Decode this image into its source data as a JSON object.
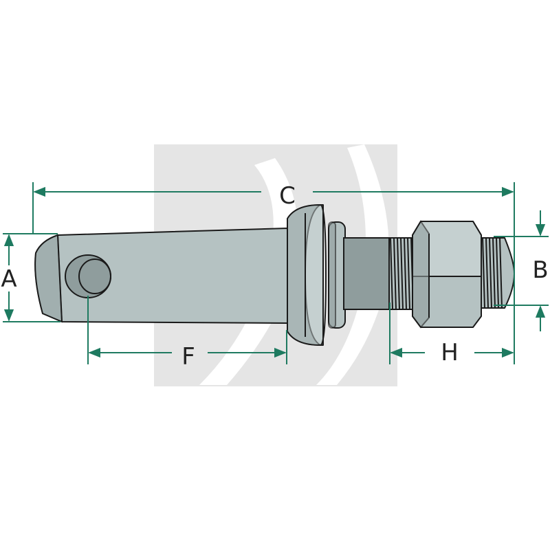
{
  "colors": {
    "dimension": "#1e7a60",
    "part_fill": "#b5c2c2",
    "part_fill_light": "#c5d0d0",
    "part_shadow": "#8f9d9d",
    "outline": "#1a1a1a",
    "watermark": "#e5e5e5",
    "label": "#222222"
  },
  "labels": {
    "a": "A",
    "b": "B",
    "c": "C",
    "f": "F",
    "h": "H"
  }
}
